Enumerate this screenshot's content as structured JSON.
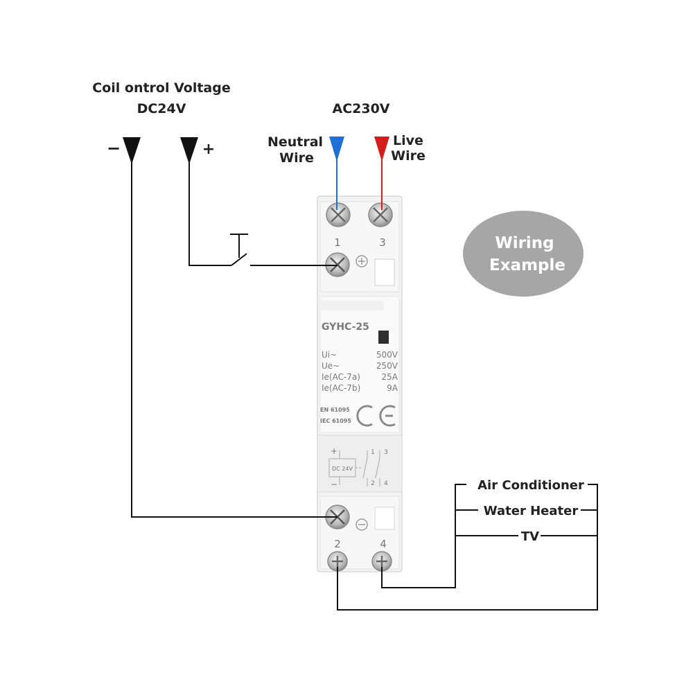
{
  "coil": {
    "title": "Coil ontrol Voltage",
    "voltage": "DC24V",
    "minus": "−",
    "plus": "+"
  },
  "supply": {
    "voltage": "AC230V",
    "neutral_line1": "Neutral",
    "neutral_line2": "Wire",
    "live_line1": "Live",
    "live_line2": "Wire",
    "neutral_color": "#1e6fd6",
    "live_color": "#d41e1e"
  },
  "badge": {
    "line1": "Wiring",
    "line2": "Example",
    "color": "#a6a6a6"
  },
  "device": {
    "model": "GYHC-25",
    "terminals": {
      "t1": "1",
      "t3": "3",
      "t2": "2",
      "t4": "4"
    },
    "specs": [
      {
        "label": "Ui~",
        "value": "500V"
      },
      {
        "label": "Ue~",
        "value": "250V"
      },
      {
        "label": "Ie(AC-7a)",
        "value": "25A"
      },
      {
        "label": "Ie(AC-7b)",
        "value": "9A"
      }
    ],
    "standards": [
      "EN 61095",
      "IEC 61095"
    ],
    "mark": "CE",
    "schematic": {
      "plus": "+",
      "minus": "−",
      "coil_label": "DC 24V",
      "n1": "1",
      "n3": "3",
      "n2": "2",
      "n4": "4"
    }
  },
  "loads": {
    "items": [
      "Air Conditioner",
      "Water Heater",
      "TV"
    ]
  }
}
